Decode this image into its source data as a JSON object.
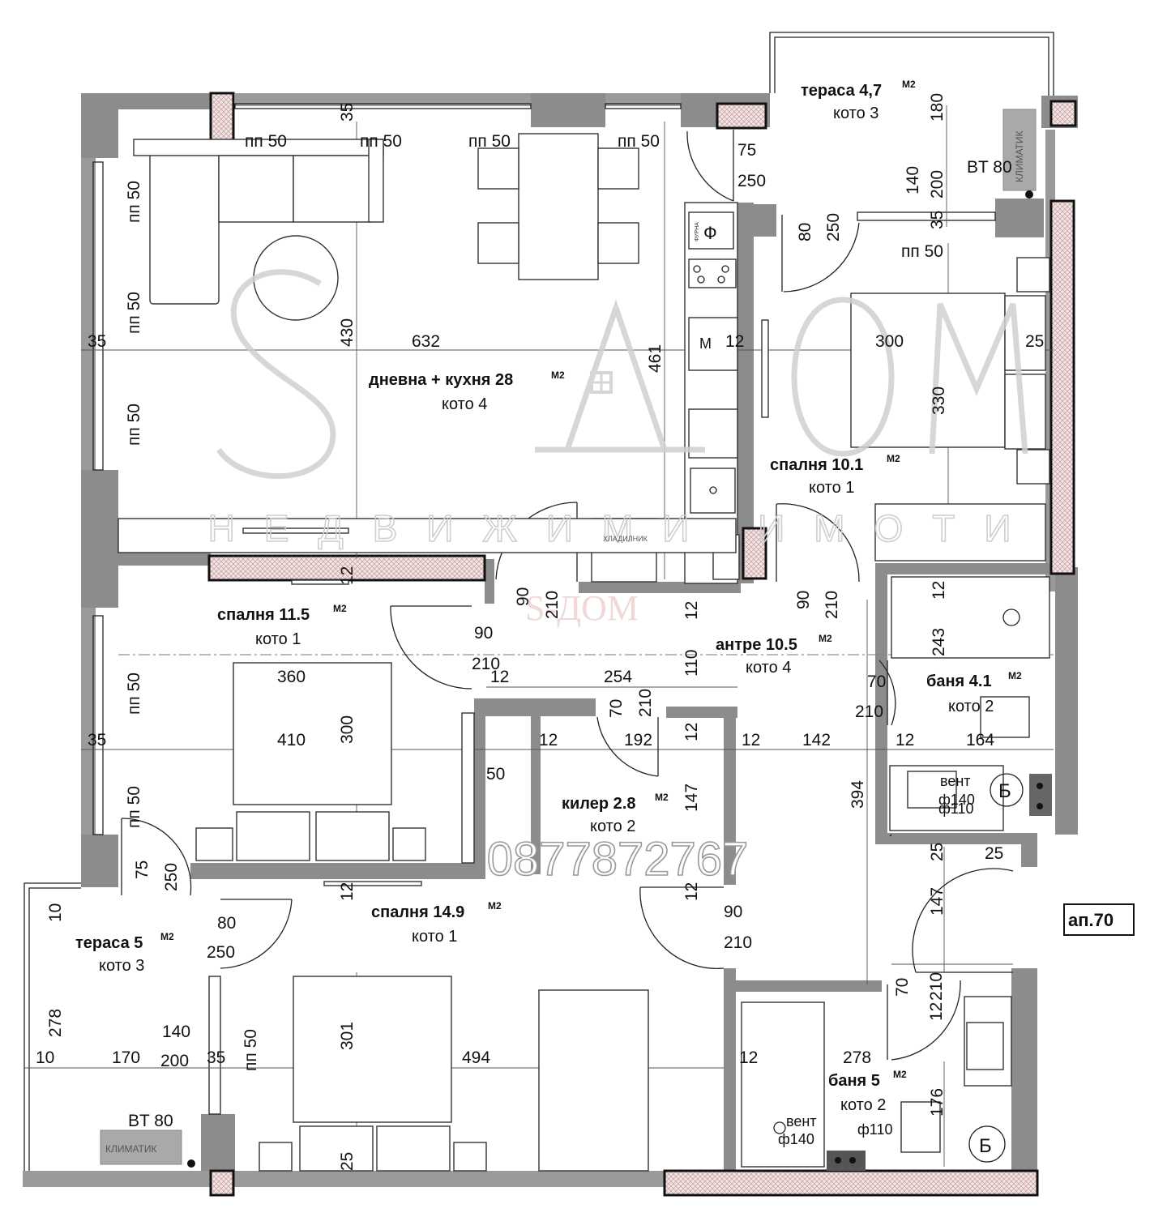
{
  "plan_label": "ап.70",
  "phone": "0877872767",
  "watermark": {
    "brand": "S-ДОМ",
    "subtitle": "НЕДВИЖИМИ ИМОТИ"
  },
  "rooms": {
    "living": {
      "name": "дневна + кухня 28",
      "unit": "М2",
      "floor": "кото 4"
    },
    "bed1": {
      "name": "спалня 10.1",
      "unit": "М2",
      "floor": "кото 1"
    },
    "bed2": {
      "name": "спалня 11.5",
      "unit": "М2",
      "floor": "кото 1"
    },
    "bed3": {
      "name": "спалня 14.9",
      "unit": "М2",
      "floor": "кото 1"
    },
    "hall": {
      "name": "антре 10.5",
      "unit": "М2",
      "floor": "кото 4"
    },
    "bath1": {
      "name": "баня 4.1",
      "unit": "М2",
      "floor": "кото 2"
    },
    "bath2": {
      "name": "баня 5",
      "unit": "М2",
      "floor": "кото 2"
    },
    "closet": {
      "name": "килер 2.8",
      "unit": "М2",
      "floor": "кото 2"
    },
    "terrace1": {
      "name": "тераса 4,7",
      "unit": "М2",
      "floor": "кото 3"
    },
    "terrace2": {
      "name": "тераса 5",
      "unit": "М2",
      "floor": "кото 3"
    }
  },
  "labels": {
    "climatic": "КЛИМАТИК",
    "bt80": "BT 80",
    "oven": "ФУРНА",
    "fridge": "ХЛАДИЛНИК",
    "vent": "вент",
    "phi140": "ф140",
    "phi110": "ф110",
    "b_mark": "Б",
    "oven_symbol": "Ф",
    "m_mark": "M"
  },
  "dims": {
    "pp50": "пп 50",
    "d35": "35",
    "d180": "180",
    "d75": "75",
    "d250": "250",
    "d140": "140",
    "d200": "200",
    "d80": "80",
    "d430": "430",
    "d632": "632",
    "d461": "461",
    "d12": "12",
    "d300": "300",
    "d25": "25",
    "d330": "330",
    "d90": "90",
    "d210": "210",
    "d243": "243",
    "d110": "110",
    "d254": "254",
    "d70": "70",
    "d360": "360",
    "d410": "410",
    "d50": "50",
    "d192": "192",
    "d142": "142",
    "d164": "164",
    "d147": "147",
    "d394": "394",
    "d10": "10",
    "d278": "278",
    "d170": "170",
    "d301": "301",
    "d494": "494",
    "d176": "176"
  }
}
